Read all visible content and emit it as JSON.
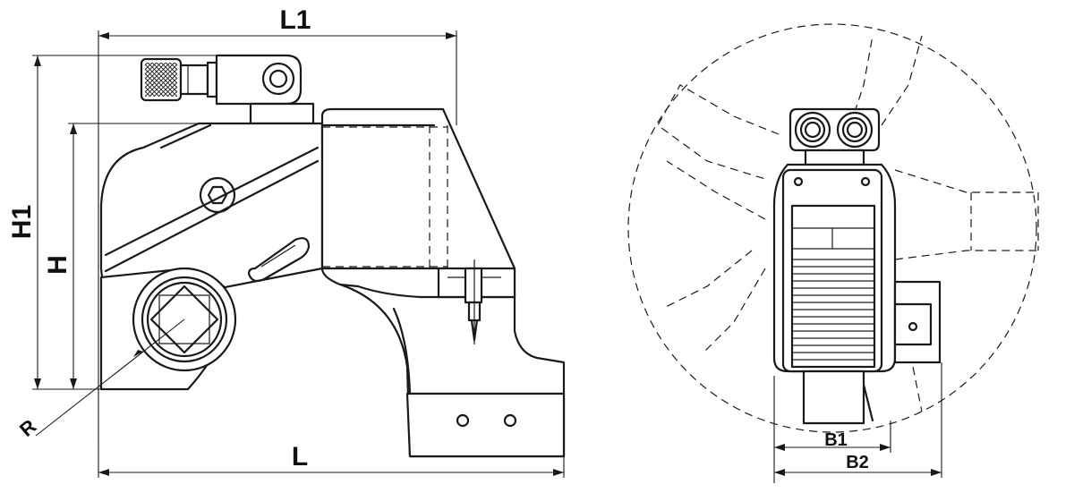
{
  "labels": {
    "L1": "L1",
    "L": "L",
    "H1": "H1",
    "H": "H",
    "R": "R",
    "B1": "B1",
    "B2": "B2"
  }
}
